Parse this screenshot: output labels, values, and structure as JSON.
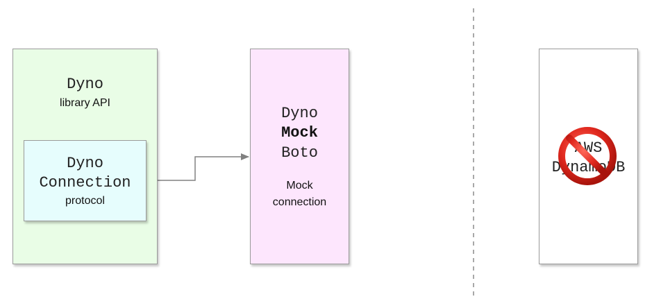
{
  "library": {
    "title": "Dyno",
    "subtitle": "library API",
    "fill": "#e9fde6"
  },
  "connection": {
    "line1": "Dyno",
    "line2": "Connection",
    "subtitle": "protocol",
    "fill": "#e6fdfd"
  },
  "mock": {
    "line1": "Dyno",
    "line2": "Mock",
    "line3": "Boto",
    "subtitle_line1": "Mock",
    "subtitle_line2": "connection",
    "fill": "#fde6fd"
  },
  "aws": {
    "line1": "AWS",
    "line2": "DynamoDB",
    "overlay_icon": "prohibited-icon",
    "fill": "#ffffff"
  },
  "colors": {
    "border": "#9a9a9a",
    "arrow": "#808080",
    "prohibited": "#e0281e"
  }
}
